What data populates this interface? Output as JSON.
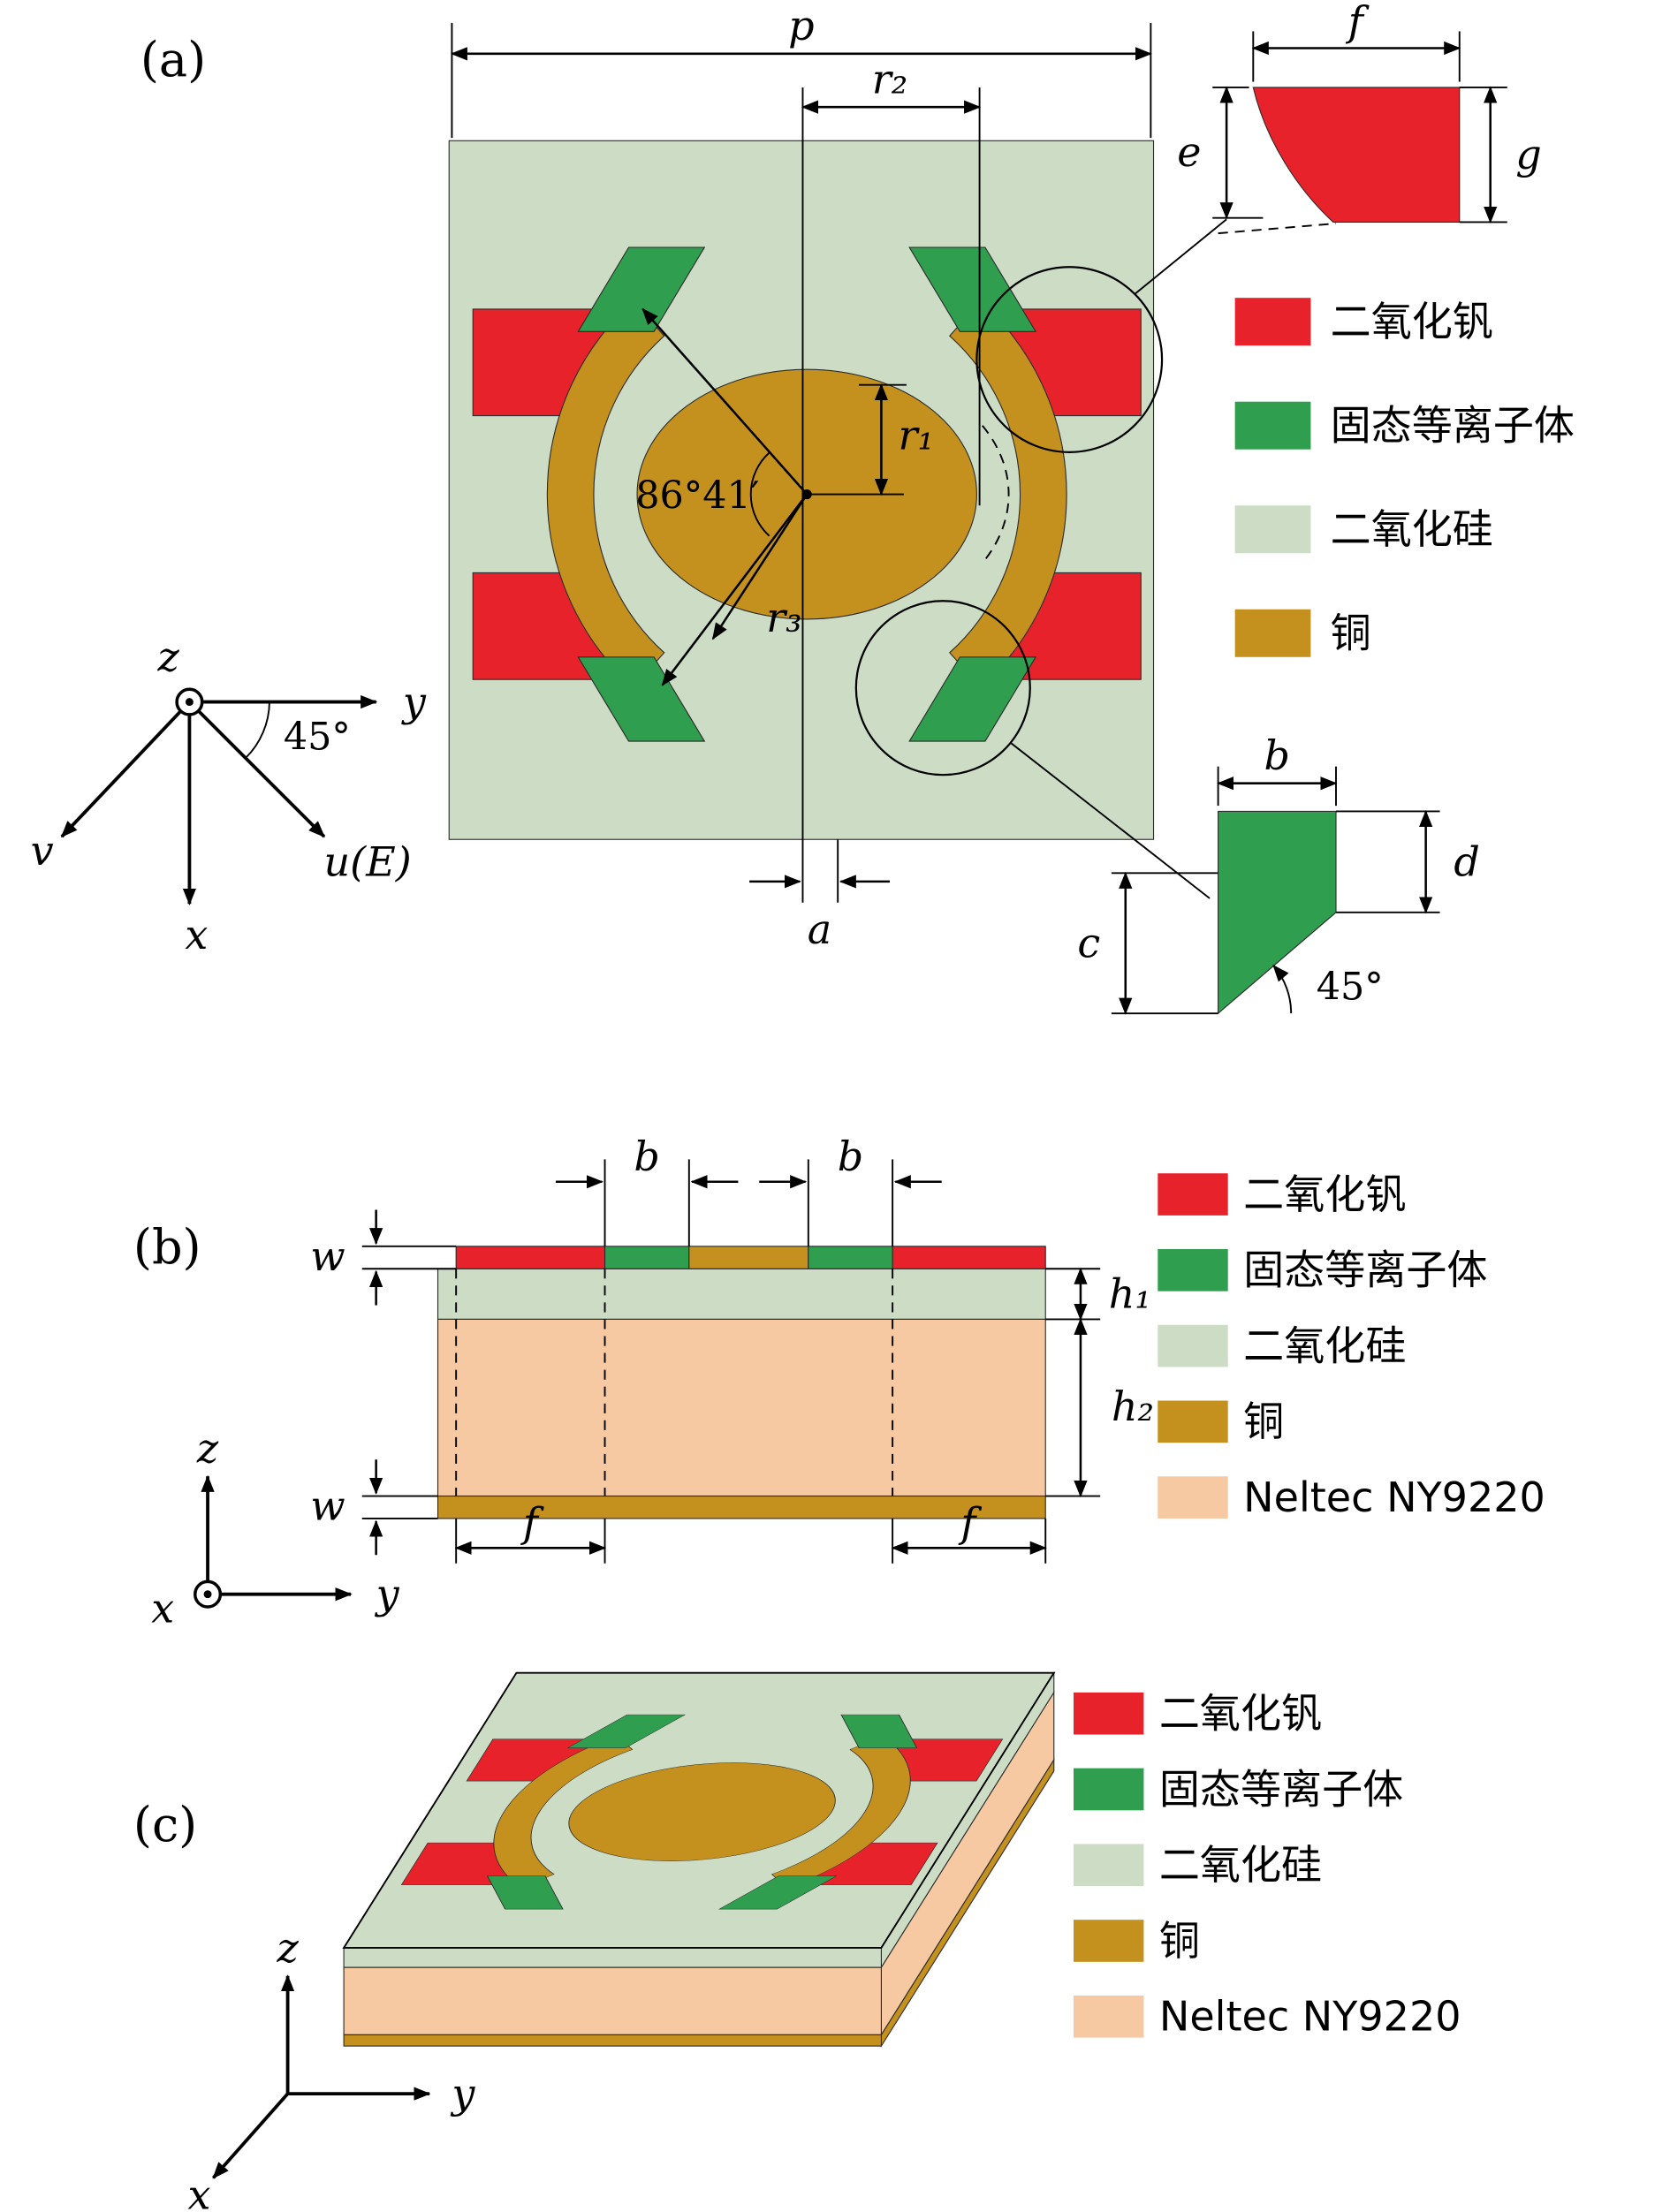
{
  "panels": {
    "a": "(a)",
    "b": "(b)",
    "c": "(c)"
  },
  "materials": {
    "vo2": "二氧化钒",
    "plasma": "固态等离子体",
    "sio2": "二氧化硅",
    "cu": "铜",
    "neltec": "Neltec NY9220"
  },
  "colors": {
    "vo2": "#e8222b",
    "plasma": "#2f9e4e",
    "sio2": "#cdddc5",
    "cu": "#c4911f",
    "neltec": "#f6c9a2"
  },
  "dims_a": {
    "p": "p",
    "r1": "r₁",
    "r2": "r₂",
    "r3": "r₃",
    "a": "a",
    "angle": "86°41′"
  },
  "inset_vo2": {
    "f": "f",
    "e": "e",
    "g": "g"
  },
  "inset_plasma": {
    "b": "b",
    "c": "c",
    "d": "d",
    "angle": "45°"
  },
  "axes_a": {
    "z": "z",
    "y": "y",
    "x": "x",
    "v": "v",
    "u": "u(E)",
    "angle": "45°"
  },
  "dims_b": {
    "b_left": "b",
    "b_right": "b",
    "w_top": "w",
    "w_bottom": "w",
    "h1": "h₁",
    "h2": "h₂",
    "f_left": "f",
    "f_right": "f"
  },
  "axes_b": {
    "z": "z",
    "y": "y",
    "x": "x"
  },
  "axes_c": {
    "z": "z",
    "y": "y",
    "x": "x"
  }
}
